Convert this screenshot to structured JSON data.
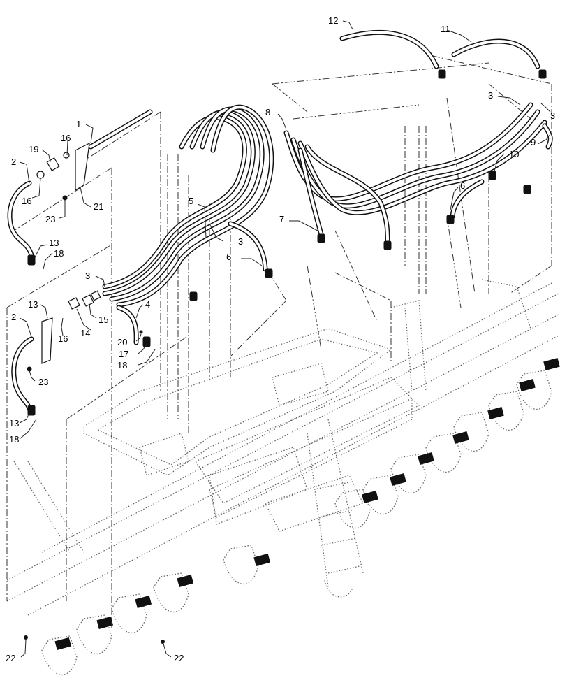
{
  "callouts": [
    {
      "text": "1"
    },
    {
      "text": "2"
    },
    {
      "text": "16"
    },
    {
      "text": "19"
    },
    {
      "text": "16"
    },
    {
      "text": "23"
    },
    {
      "text": "21"
    },
    {
      "text": "13"
    },
    {
      "text": "18"
    },
    {
      "text": "3"
    },
    {
      "text": "13"
    },
    {
      "text": "2"
    },
    {
      "text": "16"
    },
    {
      "text": "14"
    },
    {
      "text": "15"
    },
    {
      "text": "4"
    },
    {
      "text": "20"
    },
    {
      "text": "17"
    },
    {
      "text": "18"
    },
    {
      "text": "23"
    },
    {
      "text": "13"
    },
    {
      "text": "18"
    },
    {
      "text": "5"
    },
    {
      "text": "3"
    },
    {
      "text": "6"
    },
    {
      "text": "7"
    },
    {
      "text": "8"
    },
    {
      "text": "12"
    },
    {
      "text": "11"
    },
    {
      "text": "3"
    },
    {
      "text": "3"
    },
    {
      "text": "9"
    },
    {
      "text": "10"
    },
    {
      "text": "6"
    },
    {
      "text": "22"
    },
    {
      "text": "22"
    }
  ]
}
